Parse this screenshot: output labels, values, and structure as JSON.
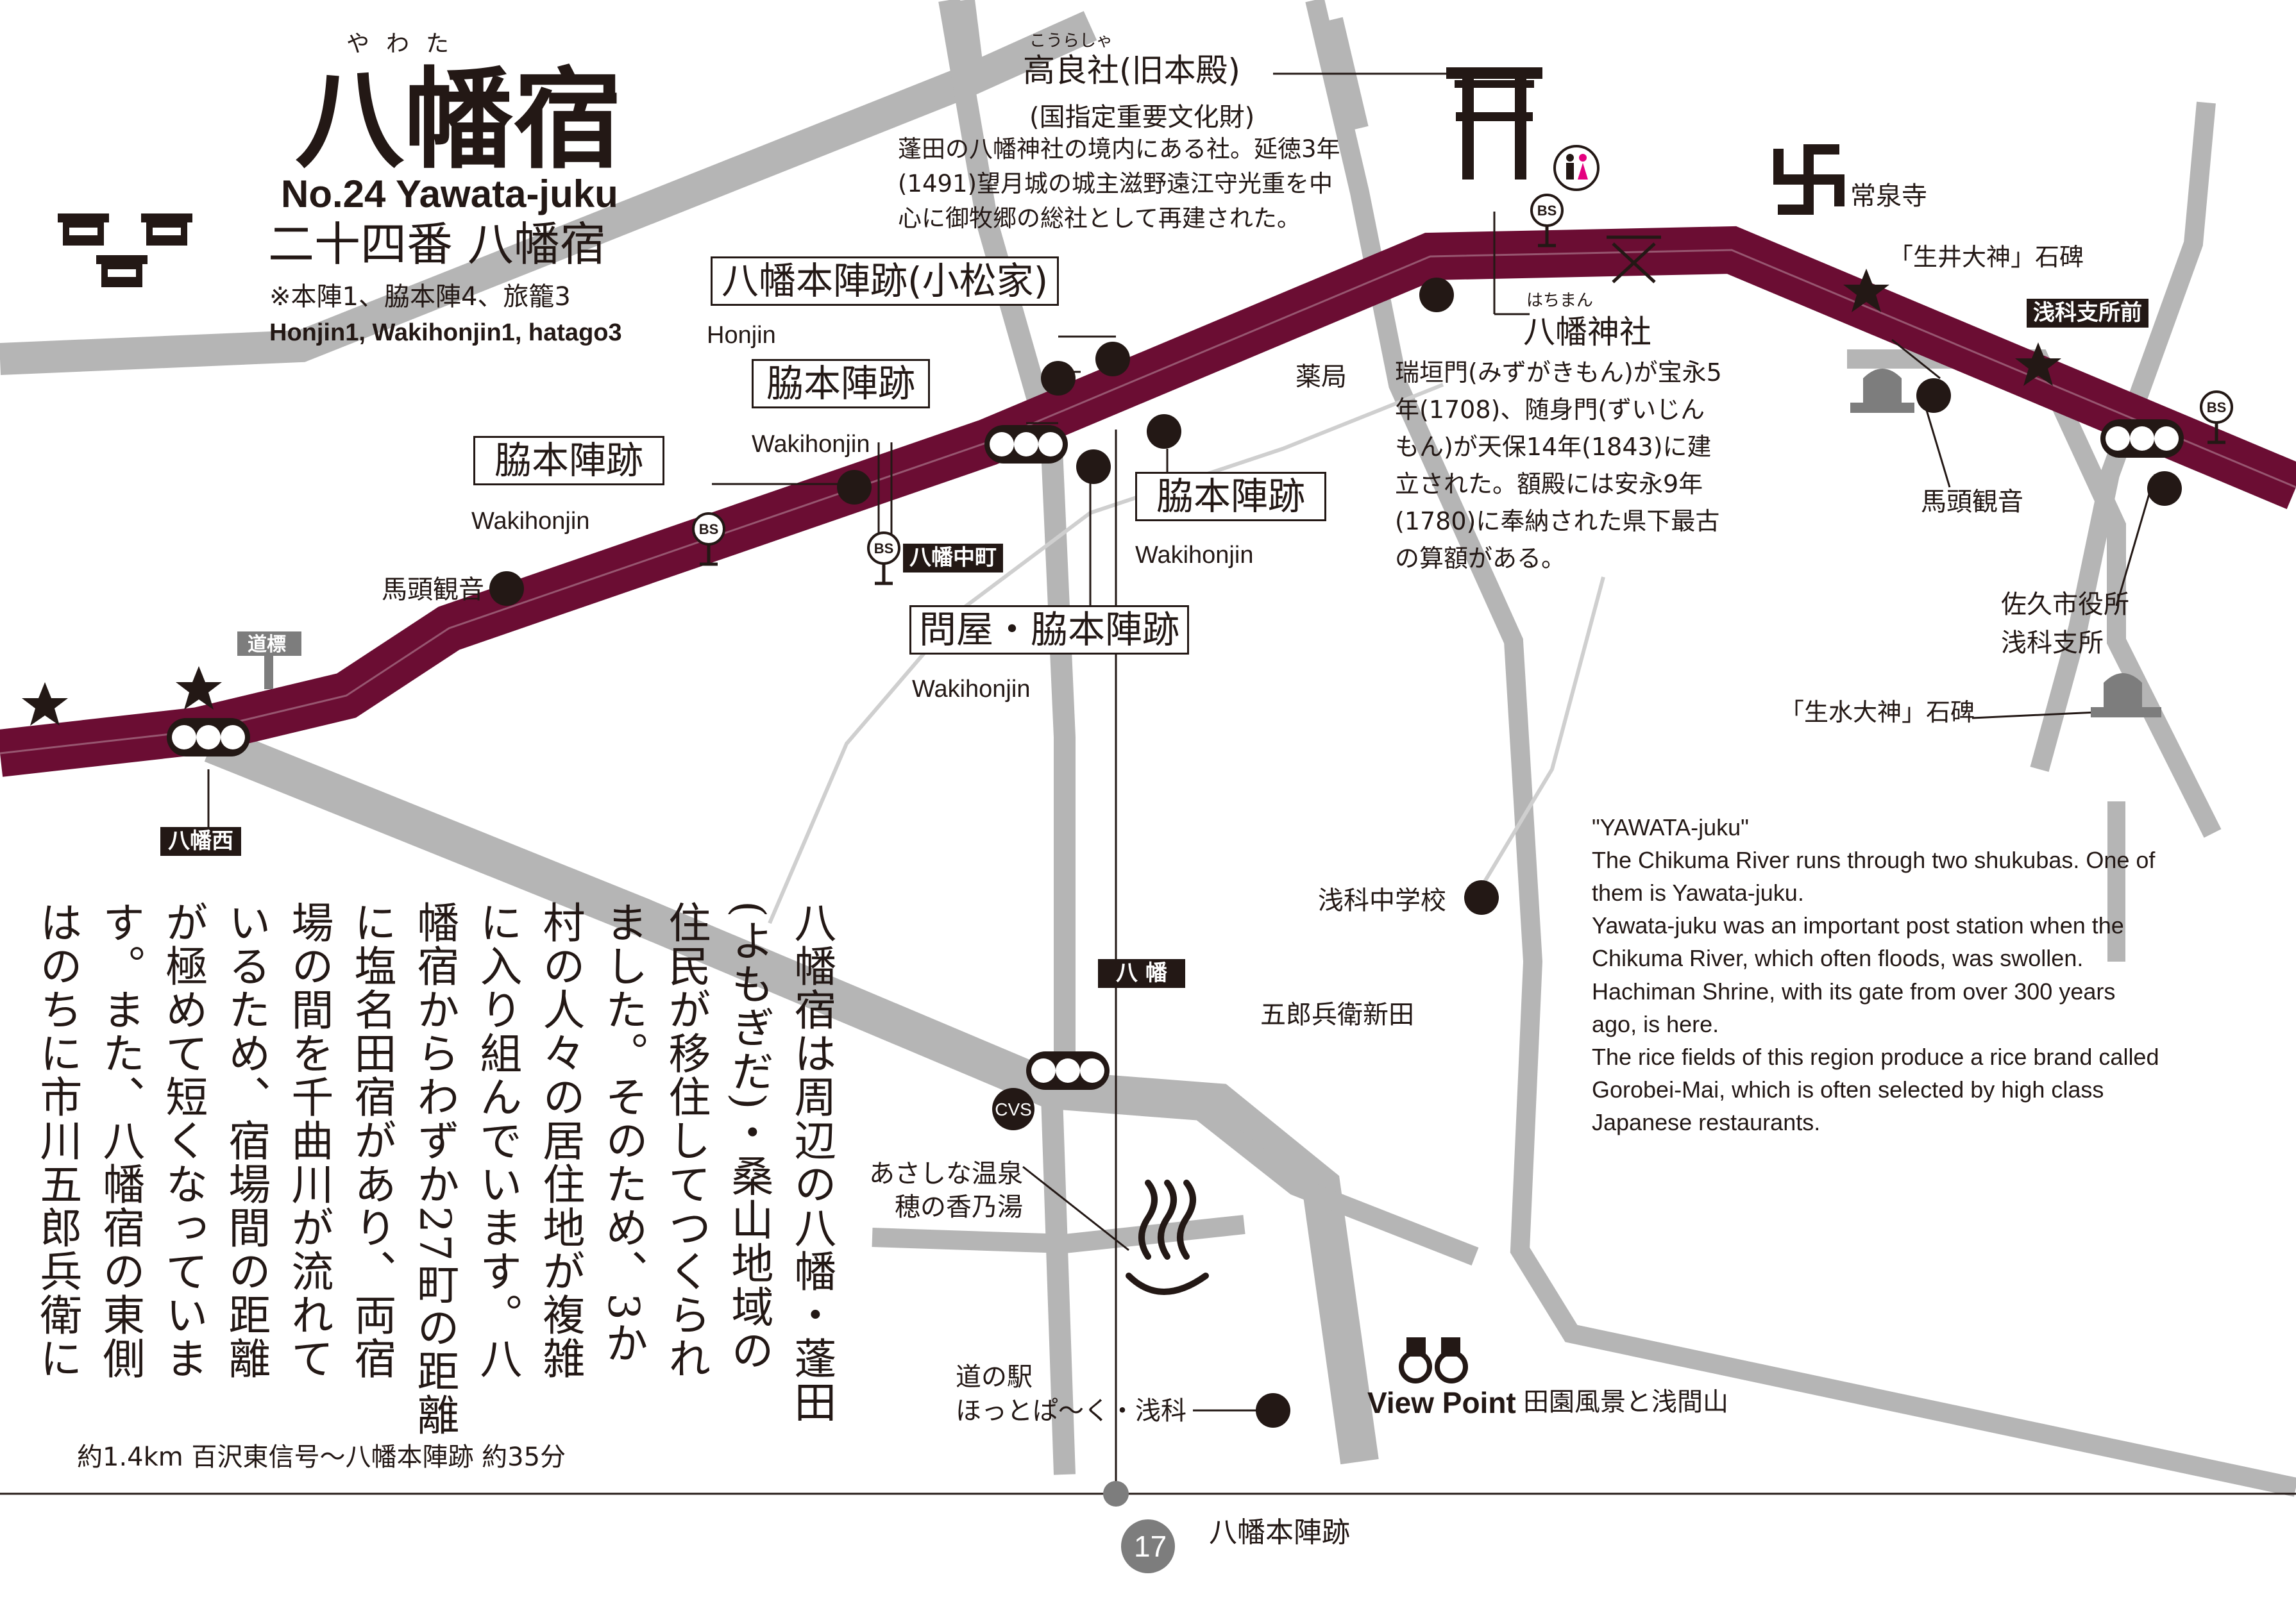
{
  "title": {
    "furigana": "やわた",
    "main": "八幡宿",
    "sub_en": "No.24 Yawata-juku",
    "sub_jp": "二十四番 八幡宿",
    "note_jp": "※本陣1、脇本陣4、旅籠3",
    "note_en": "Honjin1, Wakihonjin1, hatago3"
  },
  "shrine": {
    "kouraisha_furigana": "こうらしゃ",
    "kouraisha": "高良社(旧本殿)",
    "kouraisha_sub": "(国指定重要文化財)",
    "kouraisha_desc": [
      "蓬田の八幡神社の境内にある社。延徳3年",
      "(1491)望月城の城主滋野遠江守光重を中",
      "心に御牧郷の総社として再建された。"
    ],
    "hachiman_furigana": "はちまん",
    "hachiman": "八幡神社",
    "hachiman_desc": [
      "瑞垣門(みずがきもん)が宝永5",
      "年(1708)、随身門(ずいじん",
      "もん)が天保14年(1843)に建",
      "立された。額殿には安永9年",
      "(1780)に奉納された県下最古",
      "の算額がある。"
    ]
  },
  "sites": {
    "honjin": "八幡本陣跡(小松家)",
    "honjin_en": "Honjin",
    "waki1": "脇本陣跡",
    "waki1_en": "Wakihonjin",
    "waki2": "脇本陣跡",
    "waki2_en": "Wakihonjin",
    "waki3": "脇本陣跡",
    "waki3_en": "Wakihonjin",
    "toiya": "問屋・脇本陣跡",
    "toiya_en": "Wakihonjin"
  },
  "places": {
    "batou1": "馬頭観音",
    "batou2": "馬頭観音",
    "yakkyoku": "薬局",
    "joseiji": "常泉寺",
    "namai_sekihi": "「生井大神」石碑",
    "shozu_sekihi": "「生水大神」石碑",
    "saku_office": [
      "佐久市役所",
      "浅科支所"
    ],
    "junior_high": "浅科中学校",
    "gorobei": "五郎兵衛新田",
    "onsen": [
      "あさしな温泉",
      "穂の香乃湯"
    ],
    "michinoeki": [
      "道の駅",
      "ほっとぱ〜く・浅科"
    ],
    "viewpoint": "View Point",
    "viewpoint_desc": "田園風景と浅間山"
  },
  "tags": {
    "doushirube": "道標",
    "yawata_nishi": "八幡西",
    "yawata_nakamachi": "八幡中町",
    "yawata": "八 幡",
    "asashina_branch": "浅科支所前",
    "bs": "BS",
    "cvs": "CVS"
  },
  "english_text": [
    "\"YAWATA-juku\"",
    "The Chikuma River runs through two shukubas. One of",
    "them is Yawata-juku.",
    "Yawata-juku was an important post station when the",
    "Chikuma River, which often floods, was swollen.",
    "Hachiman Shrine, with its gate from over 300 years",
    "ago, is here.",
    "The rice fields of this region produce a rice brand called",
    "Gorobei-Mai, which is often selected by high class",
    "Japanese restaurants."
  ],
  "vertical_text": [
    "八幡宿は周辺の八幡・蓬田",
    "(よもぎだ)・桑山地域の",
    "住民が移住してつくられ",
    "ました。そのため、3か",
    "村の人々の居住地が複雑",
    "に入り組んでいます。八",
    "幡宿からわずか27町の距離",
    "に塩名田宿があり、両宿",
    "場の間を千曲川が流れて",
    "いるため、宿場間の距離",
    "が極めて短くなっていま",
    "す。また、八幡宿の東側",
    "はのちに市川五郎兵衛に"
  ],
  "footer": {
    "distance": "約1.4km 百沢東信号〜八幡本陣跡 約35分",
    "page_number": "17",
    "section": "八幡本陣跡"
  },
  "colors": {
    "main_road": "#6b0d33",
    "roads": "#b5b5b5",
    "ink": "#231815",
    "restroom_pink": "#e4007f"
  }
}
